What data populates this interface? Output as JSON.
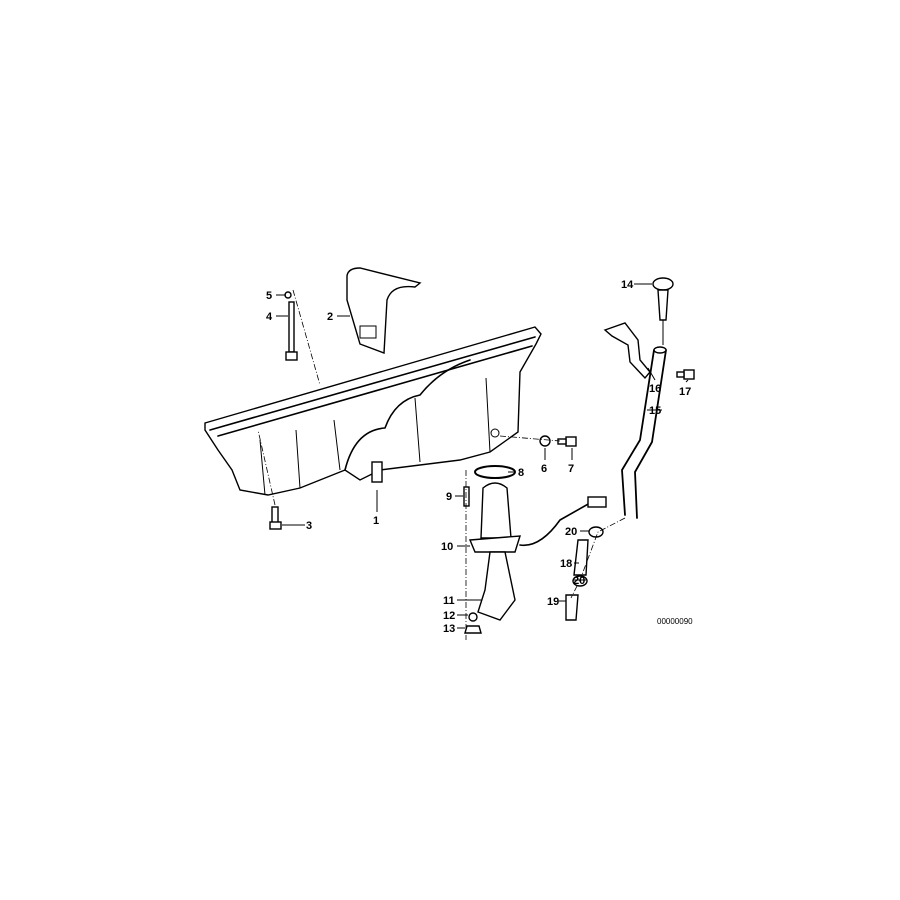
{
  "diagram": {
    "drawing_id": "00000090",
    "labels": [
      "1",
      "2",
      "3",
      "4",
      "5",
      "6",
      "7",
      "8",
      "9",
      "10",
      "11",
      "12",
      "13",
      "14",
      "15",
      "16",
      "17",
      "18",
      "19",
      "20",
      "20"
    ]
  }
}
